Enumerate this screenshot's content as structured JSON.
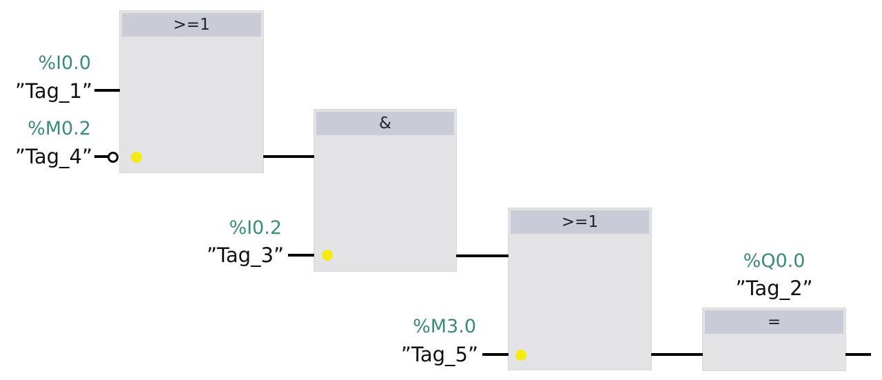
{
  "blocks": {
    "or1": {
      "label": ">=1"
    },
    "and1": {
      "label": "&"
    },
    "or2": {
      "label": ">=1"
    },
    "assign": {
      "label": "="
    }
  },
  "inputs": {
    "i00": {
      "address": "%I0.0",
      "tag": "”Tag_1”"
    },
    "m02": {
      "address": "%M0.2",
      "tag": "”Tag_4”"
    },
    "i02": {
      "address": "%I0.2",
      "tag": "”Tag_3”"
    },
    "m30": {
      "address": "%M3.0",
      "tag": "”Tag_5”"
    }
  },
  "output": {
    "address": "%Q0.0",
    "tag": "”Tag_2”"
  },
  "colors": {
    "address": "#3a8a7a",
    "block": "#e3e3e6",
    "header": "#c9ccd6",
    "indicator": "#f5ea12",
    "wire": "#000000"
  }
}
